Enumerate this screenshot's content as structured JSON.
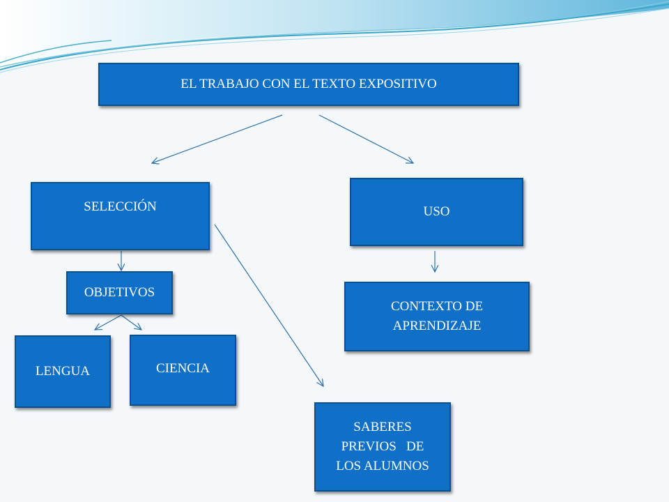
{
  "diagram": {
    "title": "EL TRABAJO CON EL TEXTO EXPOSITIVO",
    "seleccion": "SELECCIÓN",
    "uso": "USO",
    "objetivos": "OBJETIVOS",
    "contexto": "CONTEXTO  DE APRENDIZAJE",
    "lengua": "LENGUA",
    "ciencia": "CIENCIA",
    "saberes": "SABERES PREVIOS   DE LOS ALUMNOS"
  },
  "colors": {
    "box_fill": "#1070c8",
    "box_border": "#0a4f8e",
    "arrow": "#2e6fa8",
    "background": "#f4f8fb"
  }
}
